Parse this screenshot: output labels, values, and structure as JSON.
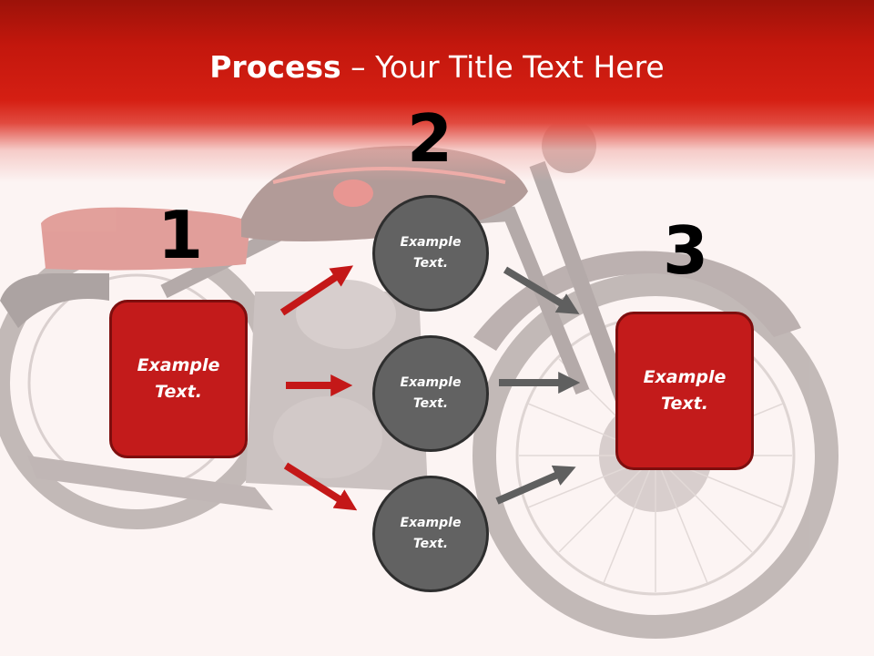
{
  "title": {
    "bold": "Process",
    "rest": " – Your Title Text Here"
  },
  "steps": {
    "n1": "1",
    "n2": "2",
    "n3": "3"
  },
  "left_box": {
    "line1": "Example",
    "line2": "Text."
  },
  "right_box": {
    "line1": "Example",
    "line2": "Text."
  },
  "circles": [
    {
      "line1": "Example",
      "line2": "Text."
    },
    {
      "line1": "Example",
      "line2": "Text."
    },
    {
      "line1": "Example",
      "line2": "Text."
    }
  ],
  "colors": {
    "header_red": "#c3170d",
    "box_red": "#c31b1b",
    "circle_gray": "#626262",
    "arrow_red": "#c41818",
    "arrow_gray": "#5f5f5f",
    "background": "#fcf4f3"
  }
}
